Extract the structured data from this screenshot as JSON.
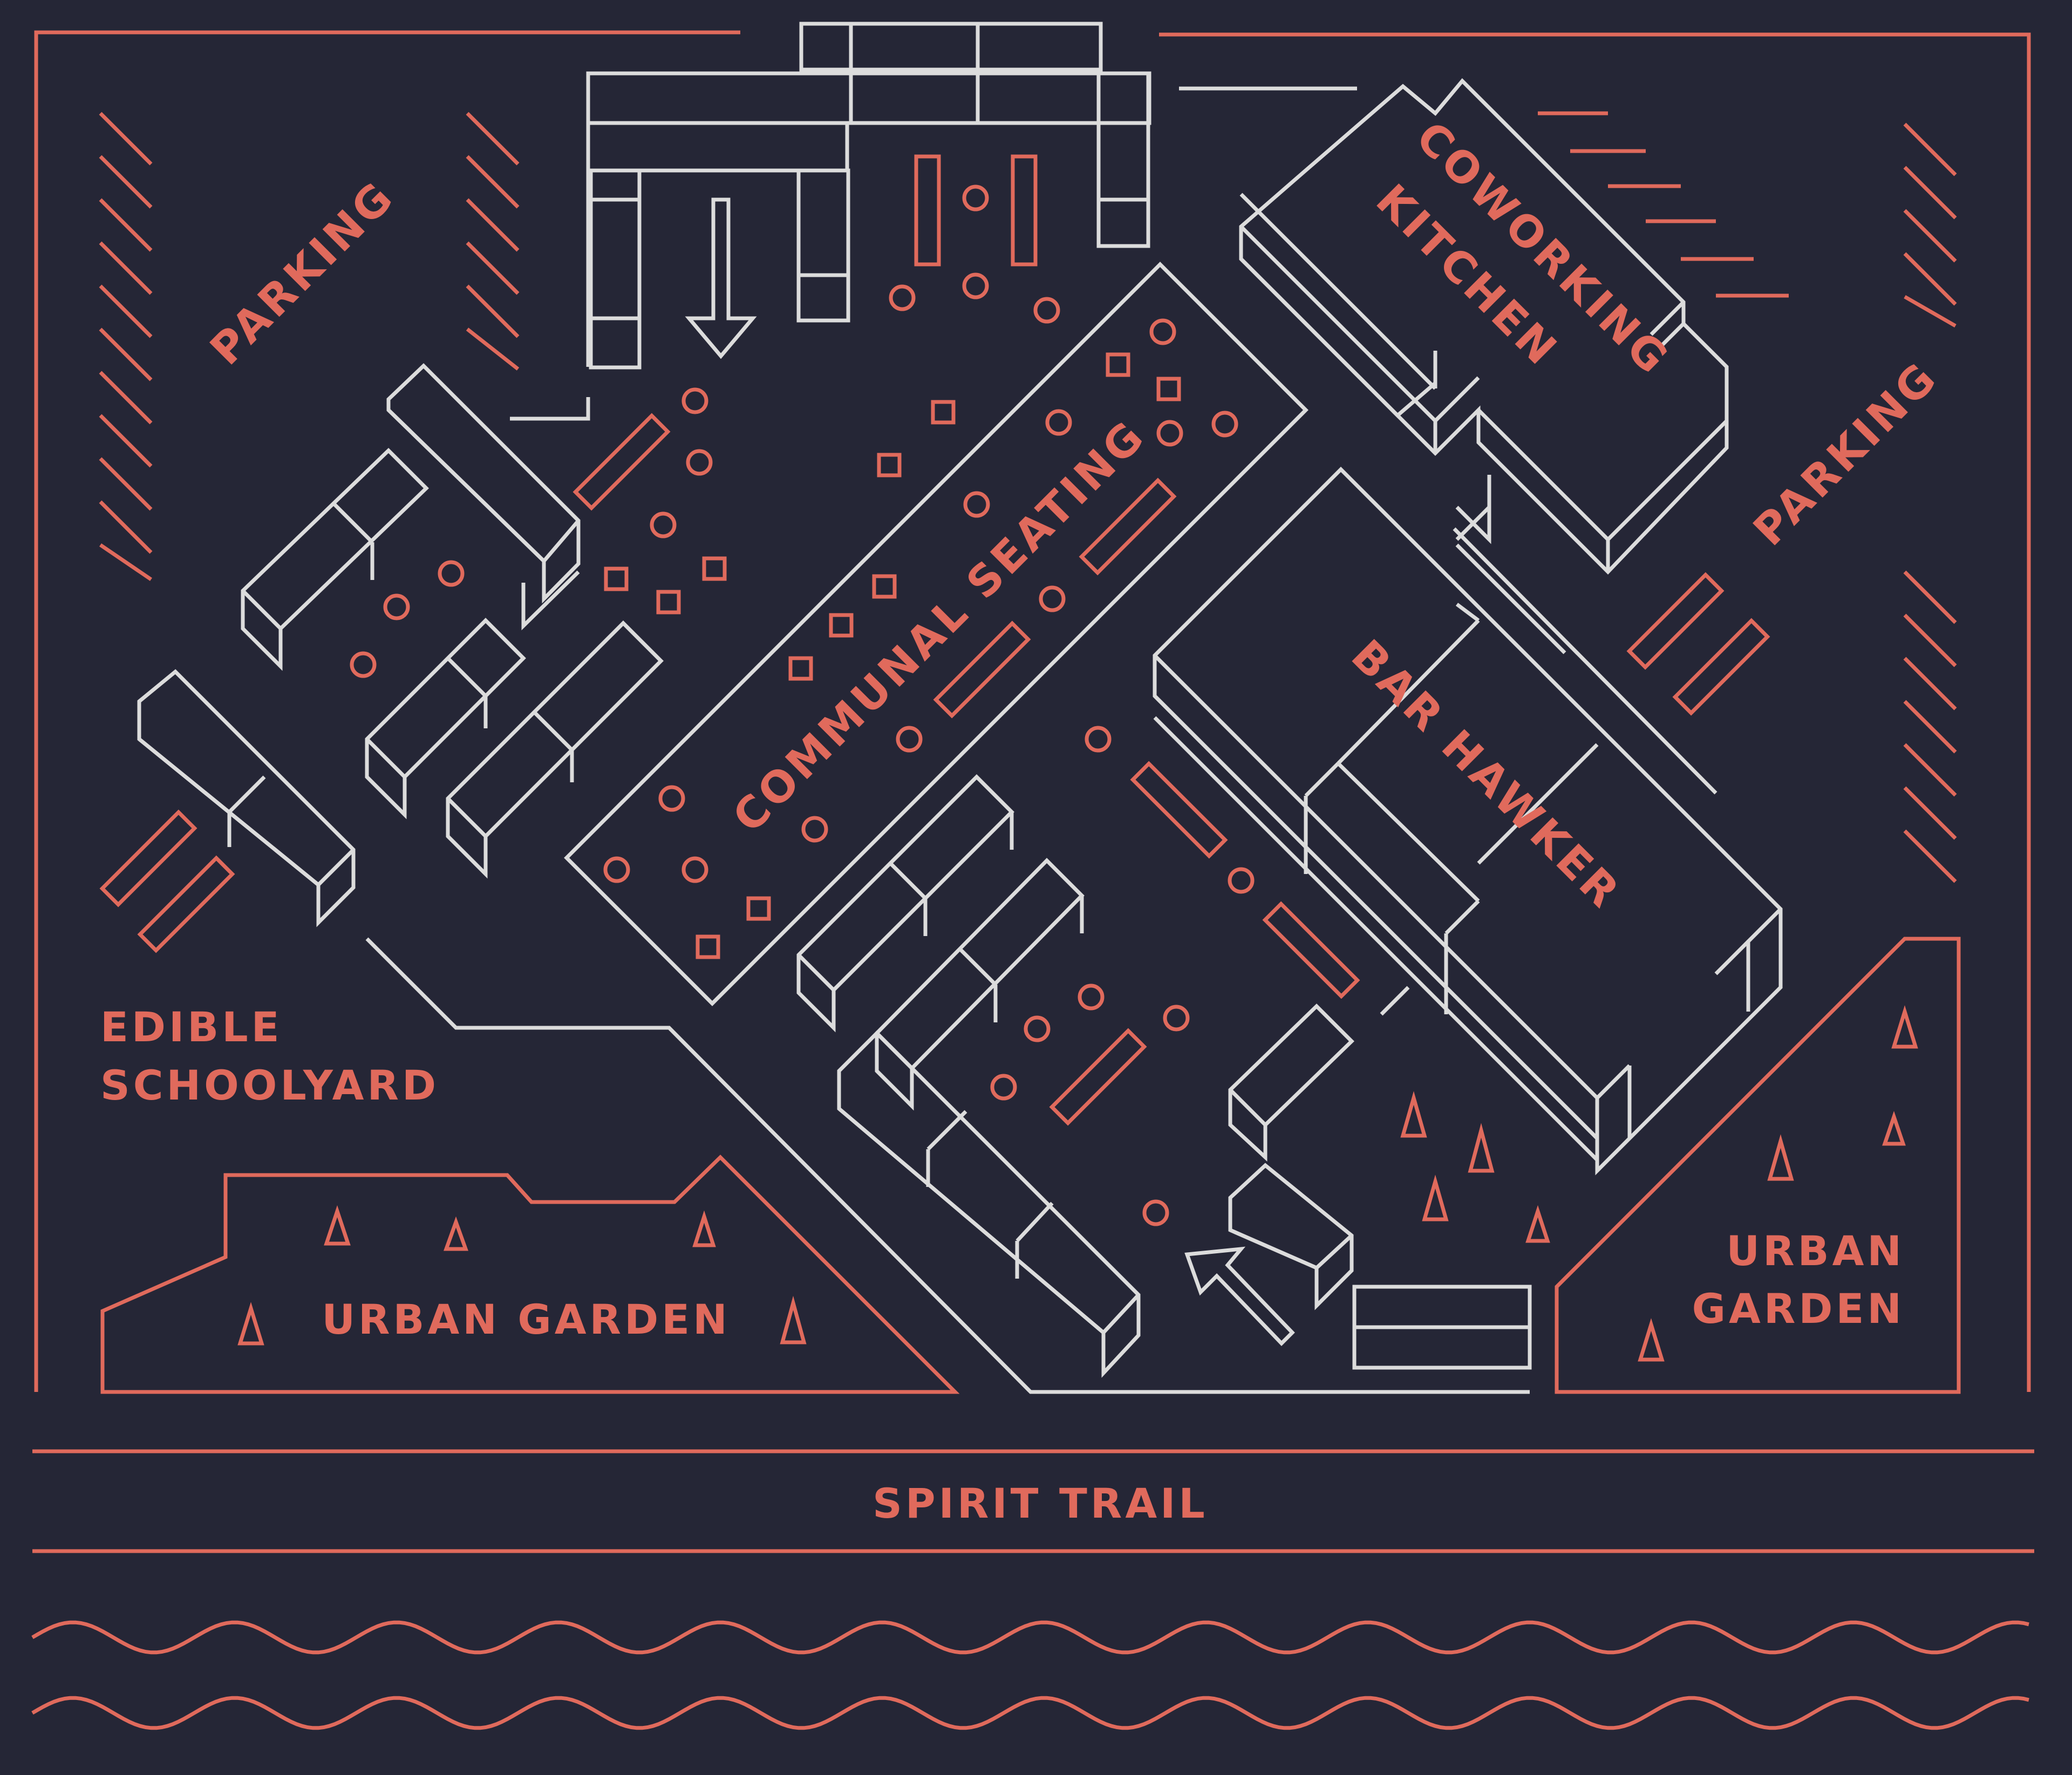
{
  "colors": {
    "background": "#252636",
    "accent": "#E06A5C",
    "structure": "#DCDCDC"
  },
  "labels": {
    "parking_left": "PARKING",
    "parking_right": "PARKING",
    "coworking_line1": "COWORKING",
    "coworking_line2": "KITCHEN",
    "communal_seating": "COMMUNAL SEATING",
    "bar_hawker": "BAR HAWKER",
    "edible_line1": "EDIBLE",
    "edible_line2": "SCHOOLYARD",
    "urban_garden_left": "URBAN GARDEN",
    "urban_garden_right_line1": "URBAN",
    "urban_garden_right_line2": "GARDEN",
    "spirit_trail": "SPIRIT TRAIL"
  }
}
